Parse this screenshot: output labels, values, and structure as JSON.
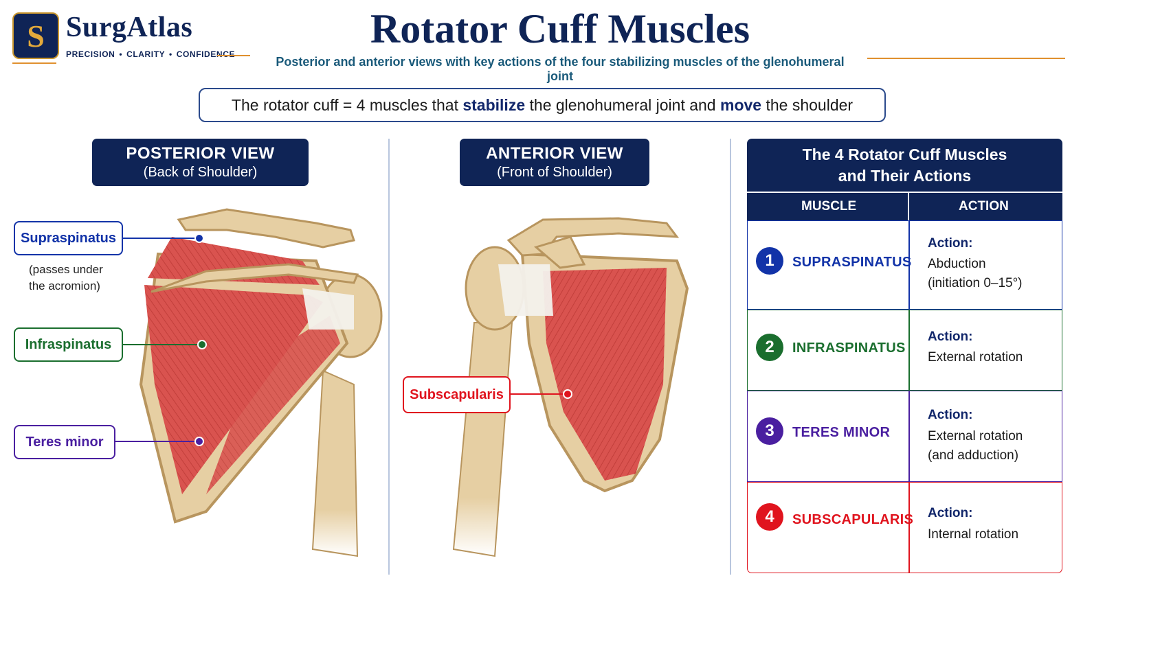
{
  "brand": {
    "logo_letter": "S",
    "name": "SurgAtlas",
    "tagline": "PRECISION • CLARITY • CONFIDENCE"
  },
  "title": "Rotator Cuff Muscles",
  "subtitle": "Posterior and anterior views with key actions of the four stabilizing muscles of the glenohumeral joint",
  "banner": {
    "prefix": "The rotator cuff = 4 muscles that ",
    "emph1": "stabilize",
    "middle": " the glenohumeral joint and ",
    "emph2": "move",
    "suffix": " the shoulder"
  },
  "posterior": {
    "heading": "POSTERIOR VIEW",
    "subheading": "(Back of Shoulder)",
    "labels": {
      "supraspinatus": "Supraspinatus",
      "supraspinatus_note_1": "(passes under",
      "supraspinatus_note_2": "the acromion)",
      "infraspinatus": "Infraspinatus",
      "teres_minor": "Teres minor"
    }
  },
  "anterior": {
    "heading": "ANTERIOR VIEW",
    "subheading": "(Front of Shoulder)",
    "labels": {
      "subscapularis": "Subscapularis"
    }
  },
  "table": {
    "title_line1": "The 4 Rotator Cuff Muscles",
    "title_line2": "and Their Actions",
    "col_muscle": "MUSCLE",
    "col_action": "ACTION",
    "rows": [
      {
        "num": "1",
        "muscle": "SUPRASPINATUS",
        "action_label": "Action:",
        "action_line1": "Abduction",
        "action_line2": "(initiation 0–15°)",
        "color": "#1233a8"
      },
      {
        "num": "2",
        "muscle": "INFRASPINATUS",
        "action_label": "Action:",
        "action_line1": "External rotation",
        "action_line2": "",
        "color": "#1a6e2e"
      },
      {
        "num": "3",
        "muscle": "TERES MINOR",
        "action_label": "Action:",
        "action_line1": "External rotation",
        "action_line2": "(and adduction)",
        "color": "#4a1fa0"
      },
      {
        "num": "4",
        "muscle": "SUBSCAPULARIS",
        "action_label": "Action:",
        "action_line1": "Internal rotation",
        "action_line2": "",
        "color": "#e0141e"
      }
    ]
  },
  "colors": {
    "navy": "#0f2456",
    "accent_orange": "#e0902e",
    "bone": "#e6cfa3",
    "muscle": "#d9534f"
  }
}
